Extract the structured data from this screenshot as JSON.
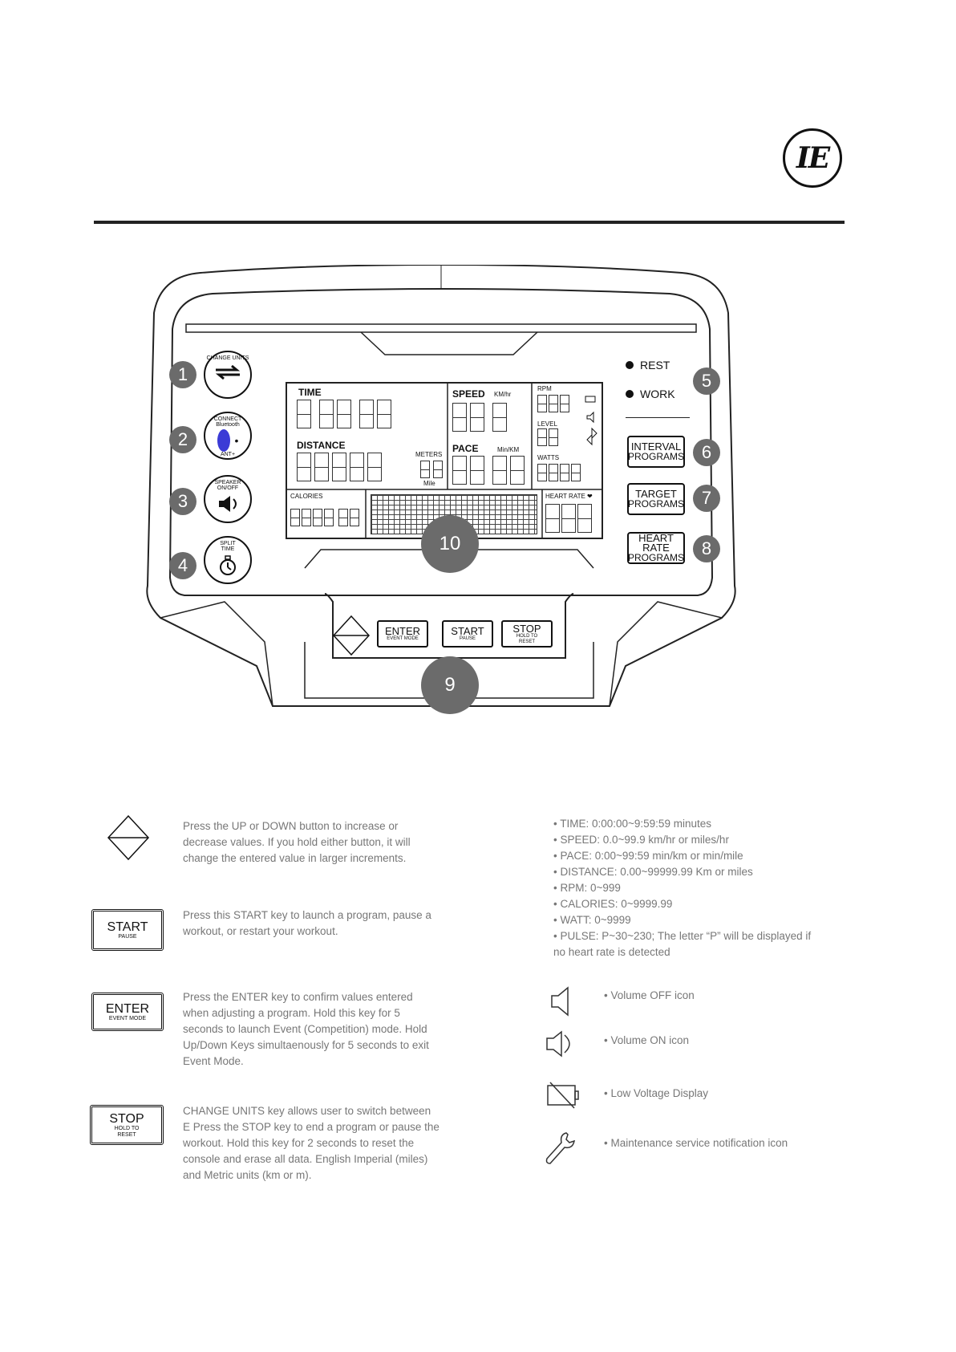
{
  "logo": {
    "text": "IE"
  },
  "console": {
    "keys_left": [
      {
        "num": "1",
        "label": "CHANGE UNITS",
        "icon": "swap-arrows-icon"
      },
      {
        "num": "2",
        "label_top": "CONNECT",
        "label_mid": "Bluetooth",
        "label_bottom": "ANT+",
        "icon": "bluetooth-icon"
      },
      {
        "num": "3",
        "label": "SPEAKER ON/OFF",
        "icon": "speaker-icon"
      },
      {
        "num": "4",
        "label": "SPLIT TIME",
        "icon": "stopwatch-icon"
      }
    ],
    "lcd": {
      "time": "TIME",
      "distance": "DISTANCE",
      "meters": "METERS",
      "mile": "Mile",
      "speed": "SPEED",
      "speed_unit": "KM/hr",
      "pace": "PACE",
      "pace_unit": "Min/KM",
      "rpm": "RPM",
      "level": "LEVEL",
      "watts": "WATTS",
      "calories": "CALORIES",
      "heart_rate": "HEART RATE ❤"
    },
    "leds": {
      "rest": "REST",
      "work": "WORK",
      "num": "5"
    },
    "programs": [
      {
        "num": "6",
        "line1": "INTERVAL",
        "line2": "PROGRAMS"
      },
      {
        "num": "7",
        "line1": "TARGET",
        "line2": "PROGRAMS"
      },
      {
        "num": "8",
        "line1": "HEART",
        "line2": "RATE",
        "line3": "PROGRAMS"
      }
    ],
    "badge_10": "10",
    "badge_9": "9",
    "bottom_keys": {
      "enter": "ENTER",
      "enter_sub": "EVENT MODE",
      "start": "START",
      "start_sub": "PAUSE",
      "stop": "STOP",
      "stop_sub": "HOLD TO RESET"
    }
  },
  "descriptions": [
    {
      "key": "updown",
      "text": "Press the UP or DOWN button to increase or decrease values. If you hold either button, it will change the entered value in larger increments."
    },
    {
      "key": "start",
      "label": "START",
      "sub": "PAUSE",
      "text": "Press this START key to launch a program, pause a workout, or restart your workout."
    },
    {
      "key": "enter",
      "label": "ENTER",
      "sub": "EVENT MODE",
      "text": "Press the ENTER key to confirm values entered when adjusting a program. Hold this key for 5 seconds to launch Event (Competition) mode. Hold Up/Down Keys simultaenously for 5 seconds to exit Event Mode."
    },
    {
      "key": "stop",
      "label": "STOP",
      "sub": "HOLD TO RESET",
      "text": "CHANGE UNITS key allows user to switch between E Press the STOP key to end a program or pause the workout. Hold this key for 2 seconds to reset the console and erase all data. English Imperial (miles) and Metric units (km or m)."
    }
  ],
  "specs": [
    "• TIME: 0:00:00~9:59:59 minutes",
    "• SPEED: 0.0~99.9 km/hr or miles/hr",
    "• PACE: 0:00~99:59 min/km or min/mile",
    "• DISTANCE: 0.00~99999.99 Km or miles",
    "• RPM: 0~999",
    "• CALORIES: 0~9999.99",
    "• WATT: 0~9999",
    "• PULSE: P~30~230; The letter “P” will be displayed if no heart rate is detected"
  ],
  "icon_notes": [
    {
      "icon": "volume-off-icon",
      "text": "• Volume OFF icon"
    },
    {
      "icon": "volume-on-icon",
      "text": "• Volume ON icon"
    },
    {
      "icon": "low-battery-icon",
      "text": "• Low Voltage Display"
    },
    {
      "icon": "wrench-icon",
      "text": "• Maintenance service notification icon"
    }
  ]
}
